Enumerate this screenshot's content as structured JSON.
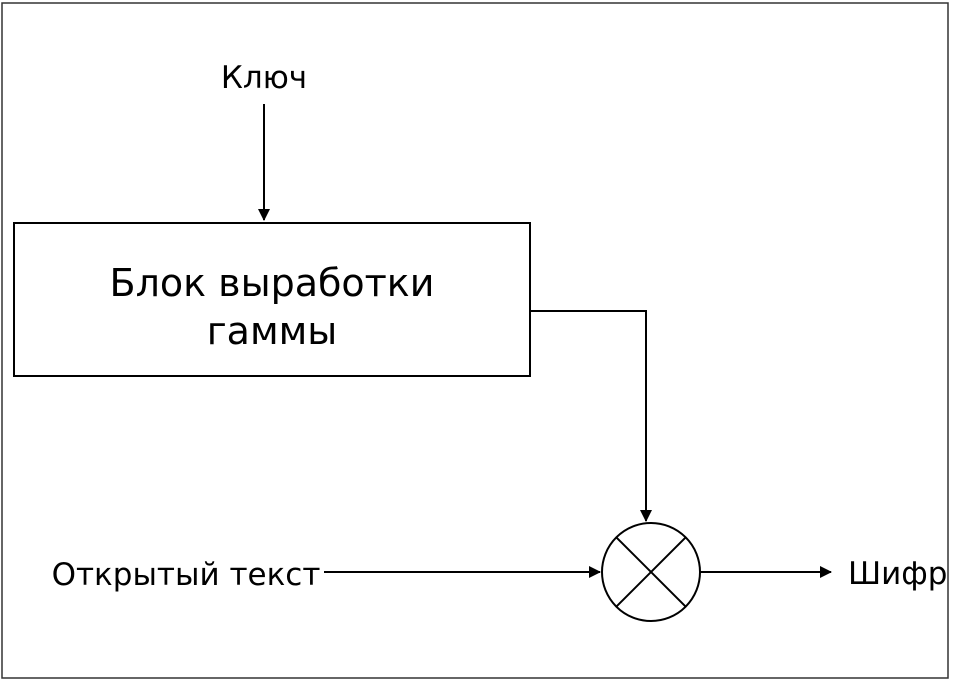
{
  "diagram": {
    "key_label": "Ключ",
    "block_label_line1": "Блок выработки",
    "block_label_line2": "гаммы",
    "plaintext_label": "Открытый текст",
    "cipher_label": "Шифр"
  },
  "colors": {
    "stroke": "#000000",
    "background": "#ffffff",
    "frame": "#333333"
  }
}
